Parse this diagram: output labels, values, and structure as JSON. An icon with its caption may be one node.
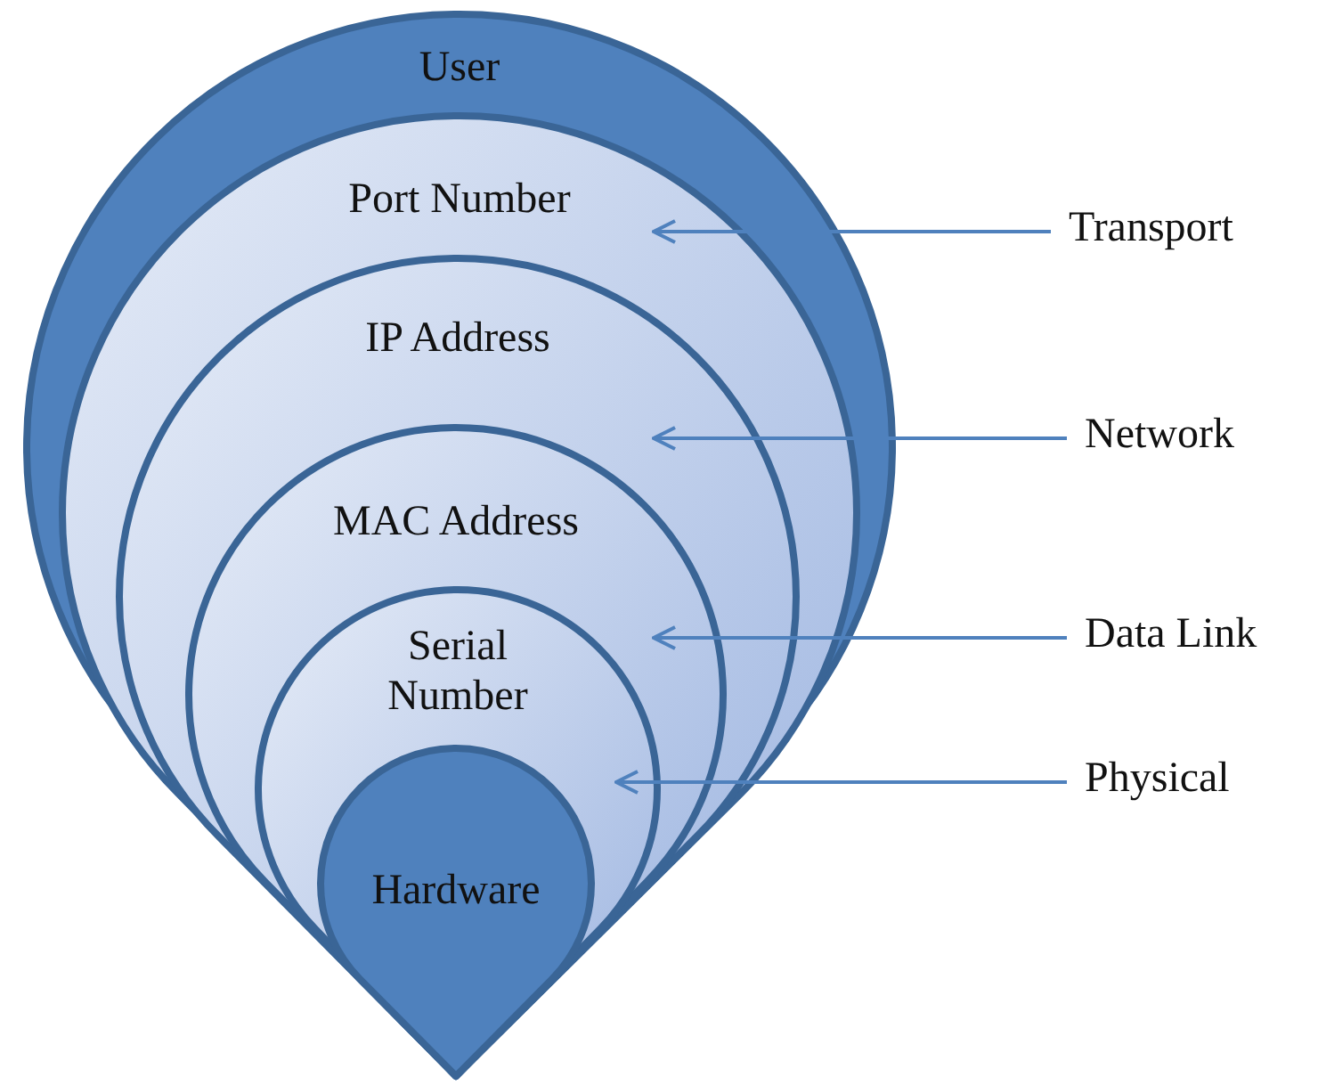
{
  "diagram": {
    "nodes": [
      {
        "text": [
          "User"
        ]
      },
      {
        "text": [
          "Port Number"
        ],
        "in": 0
      },
      {
        "text": [
          "IP Address"
        ],
        "in": 1
      },
      {
        "text": [
          "MAC Address"
        ],
        "in": 2
      },
      {
        "text": [
          "Serial Number"
        ],
        "in": 3
      },
      {
        "text": [
          "Hardware"
        ],
        "in": 4
      },
      {
        "text": [
          "Transport"
        ]
      },
      {
        "text": [
          "Network"
        ]
      },
      {
        "text": [
          "Data Link"
        ]
      },
      {
        "text": [
          "Physical"
        ]
      }
    ],
    "edges": [
      {
        "from": 6,
        "to": 1,
        "arrow": "to"
      },
      {
        "from": 7,
        "to": 2,
        "arrow": "to"
      },
      {
        "from": 8,
        "to": 3,
        "arrow": "to"
      },
      {
        "from": 9,
        "to": 4,
        "arrow": "to"
      }
    ]
  }
}
